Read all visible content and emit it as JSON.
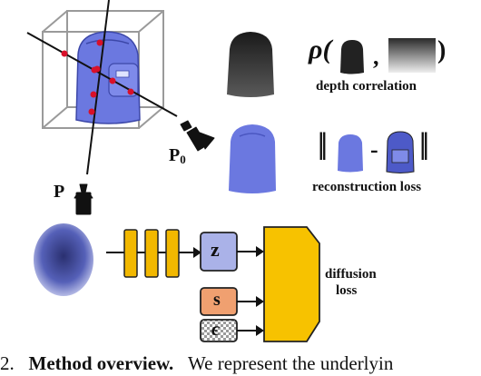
{
  "labels": {
    "camera_p0_letter": "P",
    "camera_p0_sub": "0",
    "camera_p": "P",
    "rho_symbol": "ρ(",
    "rho_comma": ",",
    "rho_close": ")",
    "depth_caption": "depth correlation",
    "norm_left": "||",
    "norm_minus": "-",
    "norm_right": "||",
    "recon_caption": "reconstruction loss",
    "box_z": "z",
    "box_s": "s",
    "box_eps": "ϵ",
    "diffusion_line1": "diffusion",
    "diffusion_line2": "loss"
  },
  "caption": {
    "number": "2.",
    "bold": "Method overview.",
    "rest": "We represent the underlyin"
  },
  "colors": {
    "object_blue": "#6b78e0",
    "encoder_yellow": "#f2b800",
    "decoder_yellow": "#f7c200",
    "s_box_orange": "#f0a070",
    "z_box_blue": "#aab2e8",
    "ray_point_red": "#d8102a",
    "bbox_gray": "#9a9a9a"
  }
}
